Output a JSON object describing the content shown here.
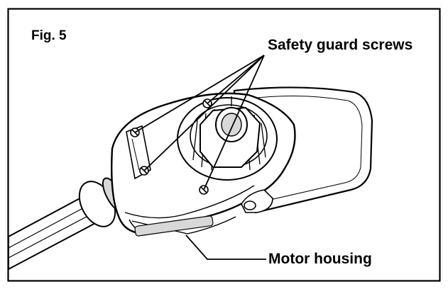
{
  "figure": {
    "fig_label": "Fig. 5",
    "callouts": {
      "safety_guard_screws": "Safety guard screws",
      "motor_housing": "Motor housing"
    }
  },
  "colors": {
    "ink": "#000000",
    "paper": "#ffffff",
    "frame": "#000000",
    "shade": "#d8d8d8"
  }
}
